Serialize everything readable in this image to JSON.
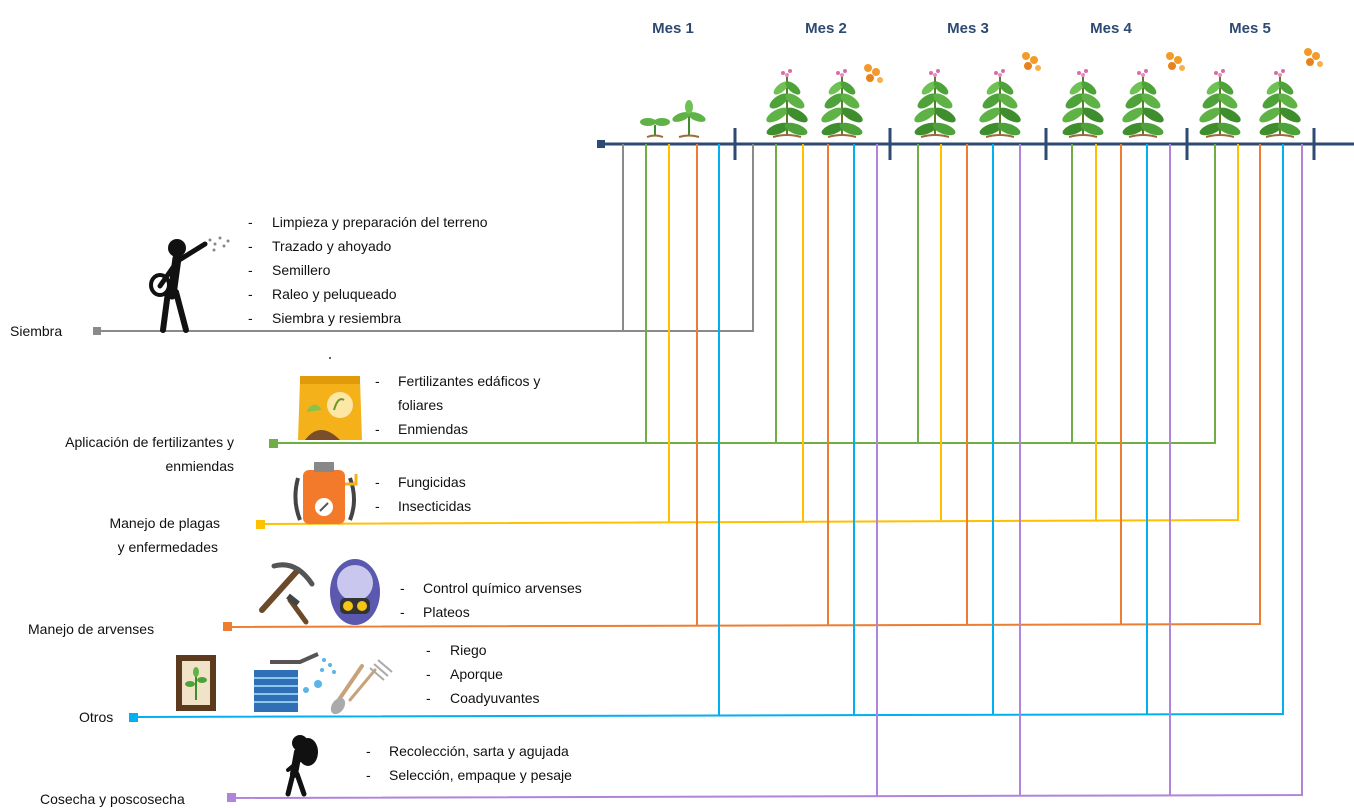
{
  "months": [
    "Mes 1",
    "Mes 2",
    "Mes 3",
    "Mes 4",
    "Mes 5"
  ],
  "categories": {
    "siembra": {
      "label": "Siembra",
      "color": "#8a8a8a",
      "activities": [
        "Limpieza y preparación del terreno",
        "Trazado y ahoyado",
        "Semillero",
        "Raleo y peluqueado",
        "Siembra y resiembra"
      ]
    },
    "fertilizacion": {
      "label_lines": [
        "Aplicación de fertilizantes y",
        "enmiendas"
      ],
      "color": "#70ad47",
      "activities": [
        "Fertilizantes edáficos y",
        "foliares",
        "Enmiendas"
      ]
    },
    "plagas": {
      "label_lines": [
        "Manejo de  plagas",
        "y enfermedades"
      ],
      "color": "#ffc000",
      "activities": [
        "Fungicidas",
        "Insecticidas"
      ]
    },
    "arvenses": {
      "label": "Manejo de arvenses",
      "color": "#ed7d31",
      "activities": [
        "Control químico arvenses",
        "Plateos"
      ]
    },
    "otros": {
      "label": "Otros",
      "color": "#00b0f0",
      "activities": [
        "Riego",
        "Aporque",
        "Coadyuvantes"
      ]
    },
    "cosecha": {
      "label": "Cosecha y poscosecha",
      "color": "#b084db",
      "activities": [
        "Recolección, sarta y agujada",
        "Selección, empaque y pesaje"
      ]
    }
  },
  "timeline_color": "#2d4a73",
  "icons": {
    "siembra": "person-sowing-seeds-icon",
    "fertilizacion": "fertilizer-bag-icon",
    "plagas": "sprayer-icon",
    "arvenses": [
      "pickaxe-icon",
      "gas-mask-icon"
    ],
    "otros": [
      "plant-frame-icon",
      "irrigation-hose-icon",
      "shovel-rake-icon"
    ],
    "cosecha": "harvester-person-icon",
    "plants": "tobacco-plant-icon"
  }
}
